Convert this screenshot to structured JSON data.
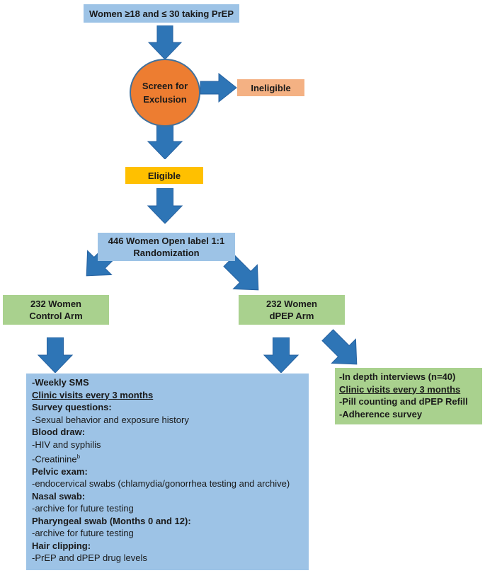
{
  "nodes": {
    "eligibility_criteria": "Women ≥18 and ≤ 30 taking PrEP",
    "screen_line1": "Screen for",
    "screen_line2": "Exclusion",
    "ineligible": "Ineligible",
    "eligible": "Eligible",
    "randomization_line1": "446 Women Open label 1:1",
    "randomization_line2": "Randomization",
    "control_line1": "232 Women",
    "control_line2": "Control Arm",
    "dpep_line1": "232 Women",
    "dpep_line2": "dPEP Arm"
  },
  "shared_procedures": {
    "weekly_sms": "-Weekly SMS",
    "clinic_visits": "Clinic visits every 3 months",
    "survey_header": "Survey questions:",
    "survey_item": "-Sexual behavior and exposure history",
    "blood_header": "Blood draw:",
    "blood_item1": "-HIV and syphilis",
    "blood_item2": "-Creatinine",
    "blood_item2_sup": "b",
    "pelvic_header": "Pelvic exam:",
    "pelvic_item": "-endocervical swabs (chlamydia/gonorrhea testing and archive)",
    "nasal_header": "Nasal swab:",
    "nasal_item": "-archive for future testing",
    "pharyngeal_header": "Pharyngeal swab (Months 0 and 12):",
    "pharyngeal_item": "-archive for future testing",
    "hair_header": "Hair clipping:",
    "hair_item": "-PrEP and dPEP drug levels"
  },
  "dpep_procedures": {
    "interviews": "-In depth interviews (n=40)",
    "clinic_visits": "Clinic visits every 3 months",
    "pill_counting": "-Pill counting and dPEP Refill",
    "adherence": "-Adherence survey"
  },
  "colors": {
    "blue_box": "#9dc3e6",
    "green_box": "#a9d18e",
    "peach_box": "#f4b183",
    "gold_box": "#ffc000",
    "circle": "#ed7d31",
    "arrow": "#2e75b6"
  }
}
